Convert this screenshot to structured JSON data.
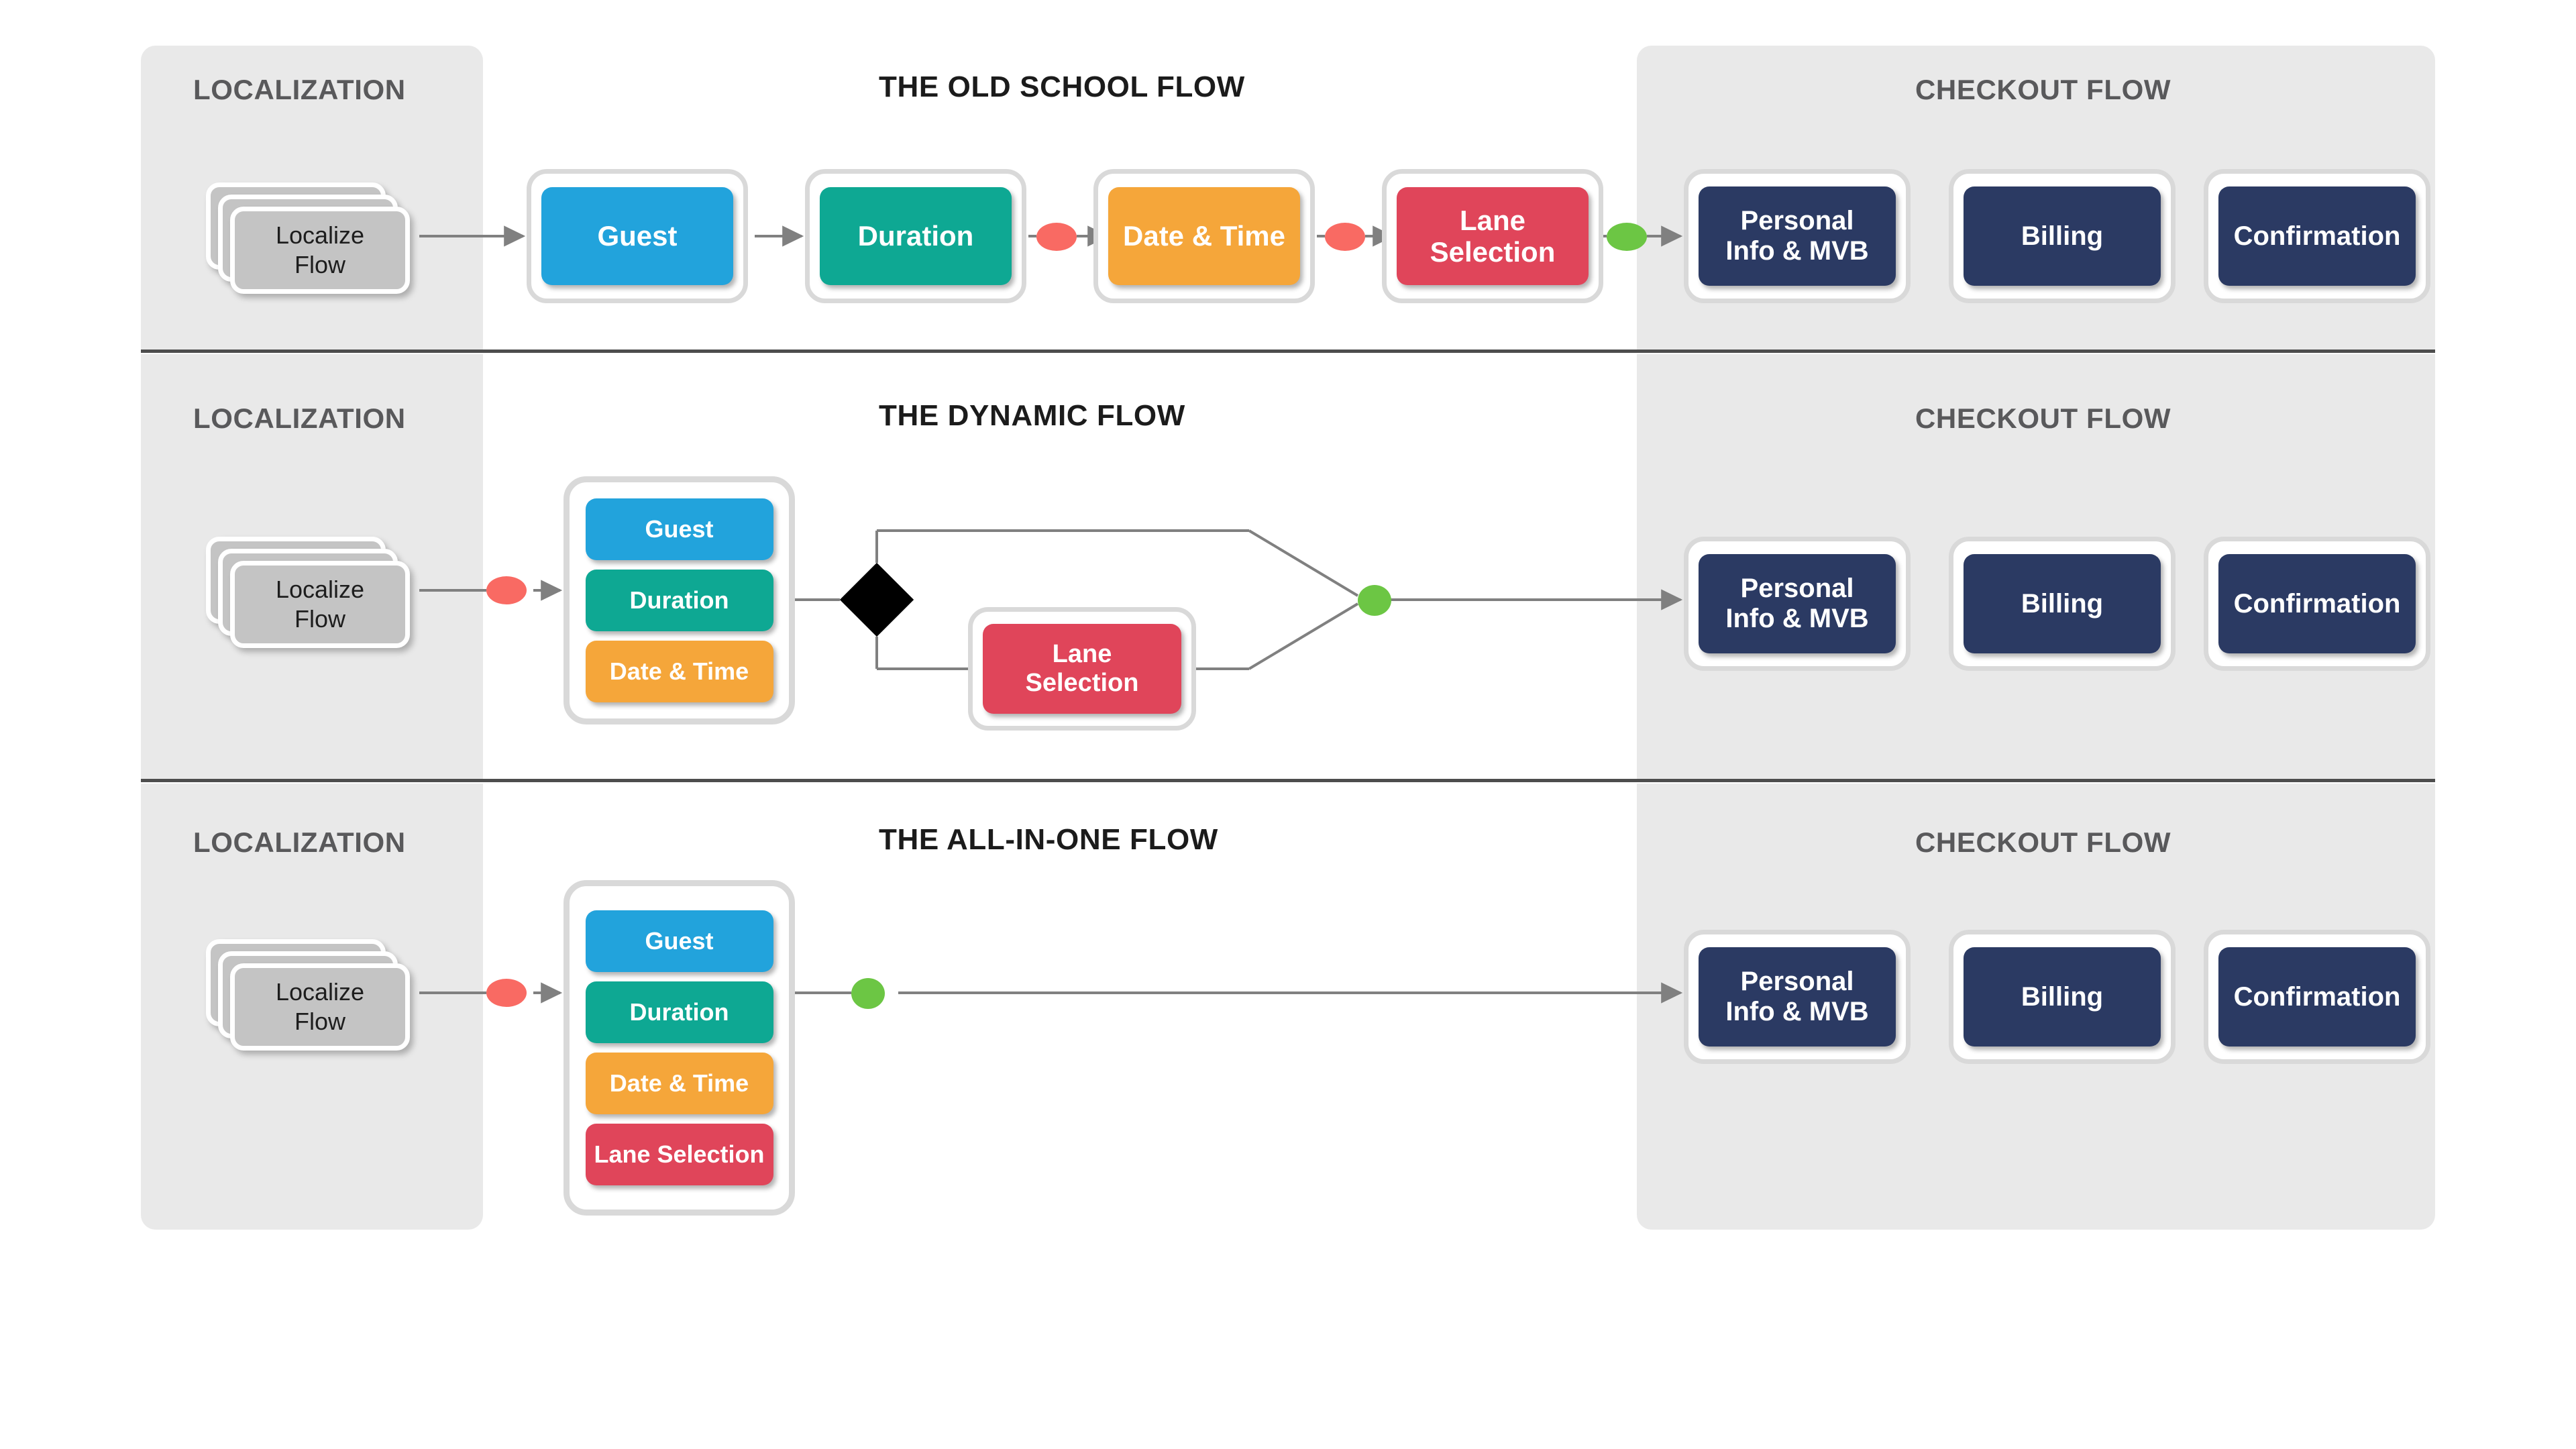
{
  "colors": {
    "panel_bg": "#e9e9e9",
    "divider": "#4d4d4d",
    "guest": "#22a3dc",
    "duration": "#0ea893",
    "date_time": "#f5a63a",
    "lane_selection": "#e0455a",
    "checkout": "#2b3a63",
    "localize_card": "#c4c4c4",
    "dot_red": "#f96a63",
    "dot_green": "#6cc644",
    "connector_line": "#808080",
    "frame_ring": "#d9d9d9",
    "heading_gray": "#59595b",
    "heading_black": "#1b1b1b",
    "diamond": "#000000"
  },
  "headings": {
    "localization": "LOCALIZATION",
    "checkout": "CHECKOUT FLOW"
  },
  "rows": [
    {
      "id": "old-school",
      "title": "THE OLD SCHOOL FLOW",
      "localization_label": "LOCALIZATION",
      "checkout_label": "CHECKOUT FLOW",
      "localize": {
        "line1": "Localize",
        "line2": "Flow"
      },
      "steps": [
        {
          "label": "Guest",
          "color_key": "guest"
        },
        {
          "label": "Duration",
          "color_key": "duration"
        },
        {
          "label": "Date & Time",
          "color_key": "date_time"
        },
        {
          "label": "Lane\nSelection",
          "color_key": "lane_selection"
        }
      ],
      "checkout_steps": [
        {
          "line1": "Personal",
          "line2": "Info & MVB"
        },
        {
          "line1": "Billing",
          "line2": ""
        },
        {
          "line1": "Confirmation",
          "line2": ""
        }
      ]
    },
    {
      "id": "dynamic",
      "title": "THE DYNAMIC FLOW",
      "localization_label": "LOCALIZATION",
      "checkout_label": "CHECKOUT FLOW",
      "localize": {
        "line1": "Localize",
        "line2": "Flow"
      },
      "group_steps": [
        {
          "label": "Guest",
          "color_key": "guest"
        },
        {
          "label": "Duration",
          "color_key": "duration"
        },
        {
          "label": "Date & Time",
          "color_key": "date_time"
        }
      ],
      "branch_step": {
        "line1": "Lane",
        "line2": "Selection",
        "color_key": "lane_selection"
      },
      "decision": "decision-diamond",
      "checkout_steps": [
        {
          "line1": "Personal",
          "line2": "Info & MVB"
        },
        {
          "line1": "Billing",
          "line2": ""
        },
        {
          "line1": "Confirmation",
          "line2": ""
        }
      ]
    },
    {
      "id": "all-in-one",
      "title": "THE ALL-IN-ONE FLOW",
      "localization_label": "LOCALIZATION",
      "checkout_label": "CHECKOUT FLOW",
      "localize": {
        "line1": "Localize",
        "line2": "Flow"
      },
      "group_steps": [
        {
          "label": "Guest",
          "color_key": "guest"
        },
        {
          "label": "Duration",
          "color_key": "duration"
        },
        {
          "label": "Date & Time",
          "color_key": "date_time"
        },
        {
          "label": "Lane Selection",
          "color_key": "lane_selection"
        }
      ],
      "checkout_steps": [
        {
          "line1": "Personal",
          "line2": "Info & MVB"
        },
        {
          "line1": "Billing",
          "line2": ""
        },
        {
          "line1": "Confirmation",
          "line2": ""
        }
      ]
    }
  ]
}
